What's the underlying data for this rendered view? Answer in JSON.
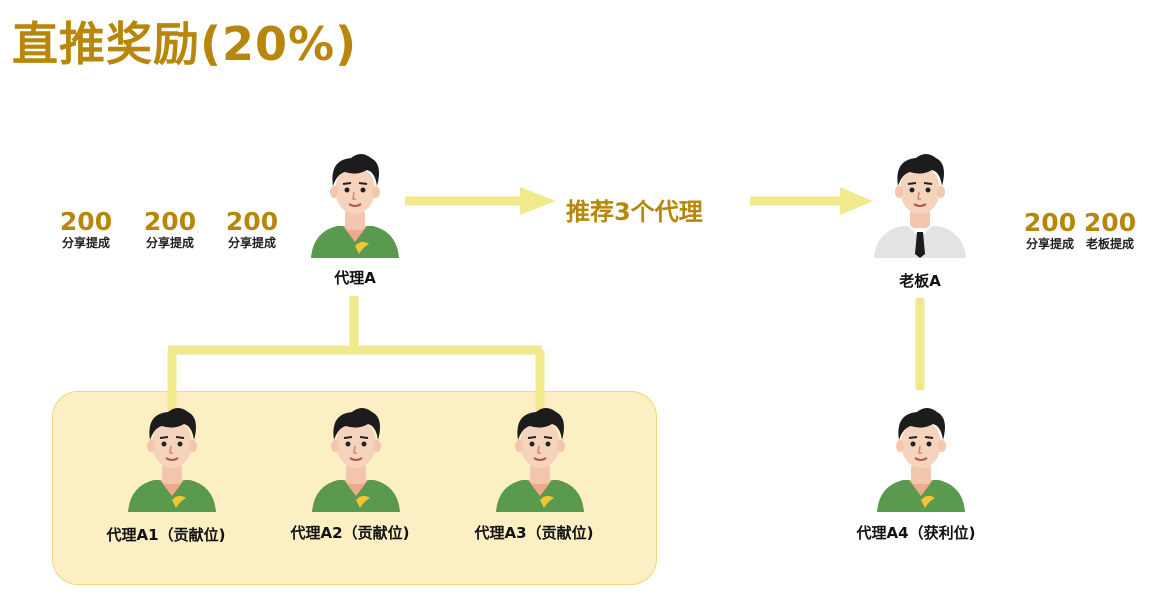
{
  "title": "直推奖励(20%)",
  "arrow_label": "推荐3个代理",
  "left_amounts": [
    {
      "value": "200",
      "label": "分享提成"
    },
    {
      "value": "200",
      "label": "分享提成"
    },
    {
      "value": "200",
      "label": "分享提成"
    }
  ],
  "right_amounts": [
    {
      "value": "200",
      "label": "分享提成"
    },
    {
      "value": "200",
      "label": "老板提成"
    }
  ],
  "nodes": {
    "agent_a": "代理A",
    "boss_a": "老板A",
    "agent_a1": "代理A1（贡献位)",
    "agent_a2": "代理A2（贡献位)",
    "agent_a3": "代理A3（贡献位)",
    "agent_a4": "代理A4（获利位)"
  },
  "colors": {
    "accent": "#b8860b",
    "connector": "#f0ea8c",
    "group_fill": "#fdefc4",
    "shirt_green": "#5a9a4e",
    "boss_shirt": "#e3e3e3"
  }
}
